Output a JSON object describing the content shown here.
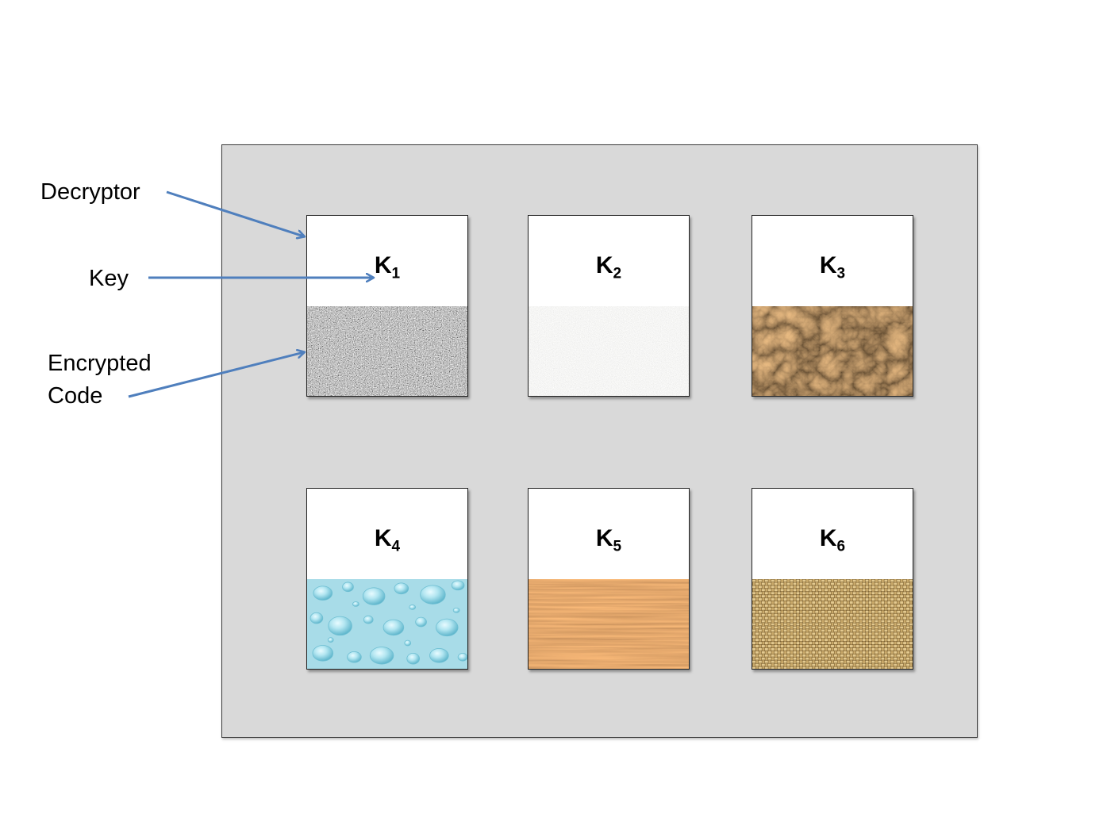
{
  "callouts": {
    "decryptor": "Decryptor",
    "key": "Key",
    "encrypted_code": "Encrypted\nCode"
  },
  "keys": [
    {
      "letter": "K",
      "sub": "1",
      "texture": "grey-granite"
    },
    {
      "letter": "K",
      "sub": "2",
      "texture": "white-granite"
    },
    {
      "letter": "K",
      "sub": "3",
      "texture": "brown-marble"
    },
    {
      "letter": "K",
      "sub": "4",
      "texture": "water-droplets"
    },
    {
      "letter": "K",
      "sub": "5",
      "texture": "oak-wood"
    },
    {
      "letter": "K",
      "sub": "6",
      "texture": "burlap-weave"
    }
  ],
  "colors": {
    "panel": "#d9d9d9",
    "arrow": "#4f7fbd",
    "grey_granite": "#8a8a8a",
    "white_granite": "#ececea",
    "brown_marble": "#3e2414",
    "water": "#a8dce8",
    "wood": "#b4652e",
    "burlap": "#c9a96a"
  }
}
